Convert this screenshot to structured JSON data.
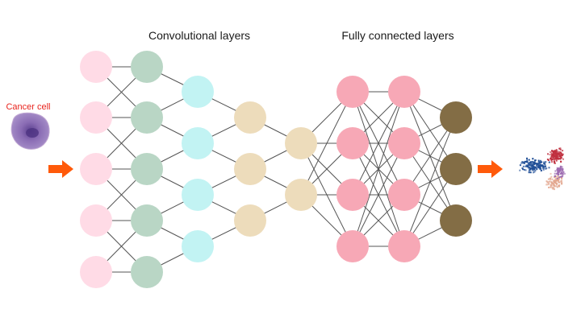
{
  "titles": {
    "conv": "Convolutional layers",
    "fc": "Fully connected layers"
  },
  "input": {
    "label": "Cancer cell",
    "icon": "cancer-cell-image"
  },
  "output": {
    "icon": "cluster-scatter-plot"
  },
  "colors": {
    "arrow": "#ff5a0a",
    "edge": "#555555",
    "layers": [
      "#ffdbe6",
      "#b9d6c5",
      "#c2f3f3",
      "#eddcbb",
      "#eddcbb",
      "#f7a8b6",
      "#f7a8b6",
      "#836d45"
    ]
  },
  "network": {
    "layers": [
      {
        "name": "input-layer",
        "nodes": 5
      },
      {
        "name": "conv-layer-1",
        "nodes": 5
      },
      {
        "name": "conv-layer-2",
        "nodes": 4
      },
      {
        "name": "conv-layer-3",
        "nodes": 3
      },
      {
        "name": "conv-layer-4",
        "nodes": 2
      },
      {
        "name": "fc-layer-1",
        "nodes": 4
      },
      {
        "name": "fc-layer-2",
        "nodes": 4
      },
      {
        "name": "output-layer",
        "nodes": 3
      }
    ],
    "connectivity": [
      "local",
      "local",
      "local",
      "local",
      "full",
      "full",
      "full"
    ]
  }
}
